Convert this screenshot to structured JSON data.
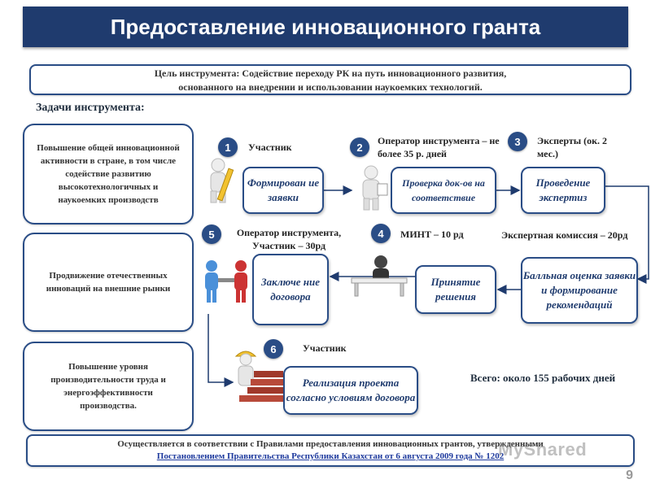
{
  "title": "Предоставление инновационного гранта",
  "goal": {
    "line1": "Цель инструмента: Содействие переходу РК на путь инновационного развития,",
    "line2": "основанного на внедрении и использовании наукоемких технологий."
  },
  "tasks_label": "Задачи инструмента:",
  "tasks": [
    "Повышение общей инновационной активности в стране, в том числе содействие развитию высокотехнологичных и наукоемких производств",
    "Продвижение отечественных инноваций на внешние рынки",
    "Повышение уровня производительности труда и энергоэффективности производства."
  ],
  "steps": [
    {
      "num": "1",
      "actor": "Участник",
      "action": "Формирован ие заявки"
    },
    {
      "num": "2",
      "actor": "Оператор инструмента – не более 35 р. дней",
      "action": "Проверка док-ов на соответствие"
    },
    {
      "num": "3",
      "actor": "Эксперты (ок. 2 мес.)",
      "action": "Проведение экспертиз"
    },
    {
      "num": "",
      "actor": "Экспертная комиссия – 20рд",
      "action": "Балльная оценка заявки и формирование рекомендаций"
    },
    {
      "num": "4",
      "actor": "МИНТ – 10 рд",
      "action": "Принятие решения"
    },
    {
      "num": "5",
      "actor": "Оператор инструмента, Участник – 30рд",
      "action": "Заключе ние договора"
    },
    {
      "num": "6",
      "actor": "Участник",
      "action": "Реализация проекта согласно условиям договора"
    }
  ],
  "total": "Всего: около 155 рабочих дней",
  "footer": {
    "line1": "Осуществляется в соответствии с Правилами предоставления инновационных грантов, утвержденными",
    "link": "Постановлением Правительства Республики Казахстан от 6 августа 2009 года № 1202"
  },
  "watermark": "MyShared",
  "page_number": "9",
  "colors": {
    "title_bg": "#1f3b6e",
    "border": "#2a4d86",
    "circle": "#2a4d86"
  }
}
